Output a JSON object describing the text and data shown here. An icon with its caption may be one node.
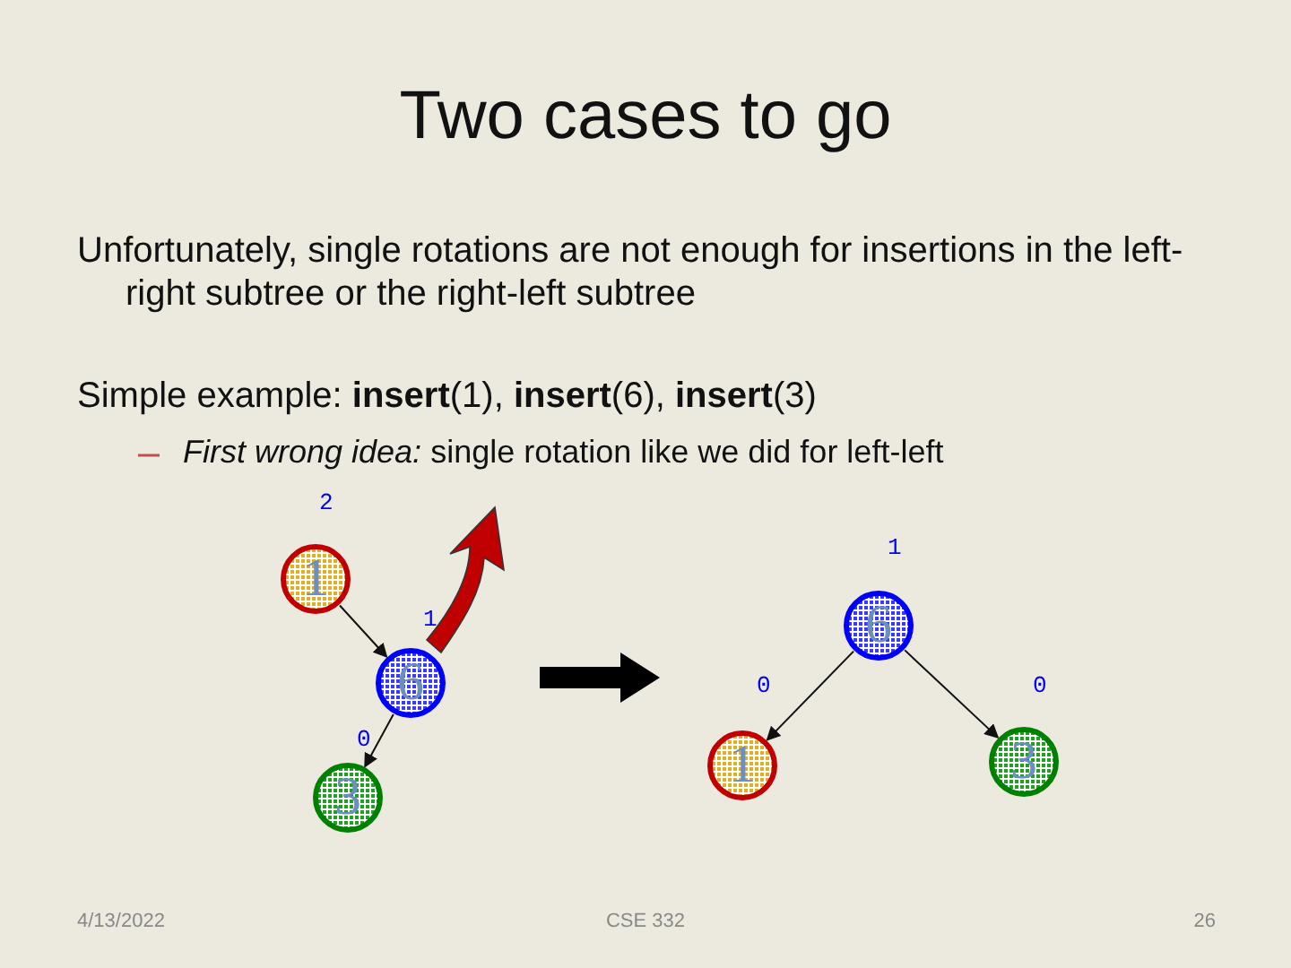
{
  "diagram": {
    "title": "Two cases to go",
    "nodes": [
      {
        "text": [
          "1"
        ],
        "beside": [
          "2"
        ]
      },
      {
        "text": [
          "6"
        ],
        "beside": [
          "1"
        ]
      },
      {
        "text": [
          "3"
        ],
        "beside": [
          "0"
        ]
      },
      {
        "text": [
          "6"
        ],
        "beside": [
          "1"
        ]
      },
      {
        "text": [
          "1"
        ],
        "beside": [
          "0"
        ]
      },
      {
        "text": [
          "3"
        ],
        "beside": [
          "0"
        ]
      }
    ],
    "edges": [
      {
        "from": 0,
        "to": 1,
        "arrow": "to"
      },
      {
        "from": 1,
        "to": 2,
        "arrow": "to"
      },
      {
        "from": 3,
        "to": 4,
        "arrow": "to"
      },
      {
        "from": 3,
        "to": 5,
        "arrow": "to"
      }
    ],
    "labels": [
      "Unfortunately, single rotations are not enough for insertions in the left-right subtree or the right-left subtree",
      "Simple example: **insert**(1), **insert**(6), **insert**(3)",
      "*First wrong idea:* single rotation like we did for left-left",
      "4/13/2022",
      "CSE 332",
      "26"
    ]
  }
}
